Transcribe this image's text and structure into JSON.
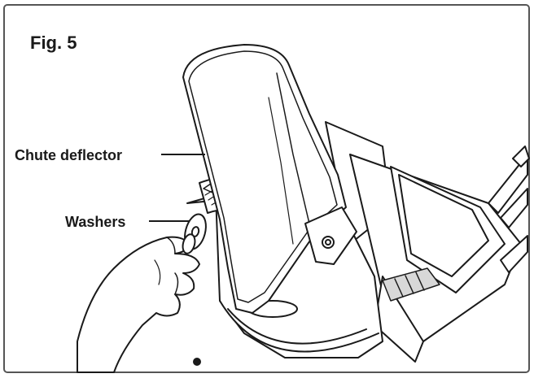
{
  "figure": {
    "title": "Fig. 5",
    "labels": {
      "chute_deflector": "Chute deflector",
      "washers": "Washers"
    }
  },
  "colors": {
    "line": "#1a1a1a",
    "frame": "#555555",
    "background": "#ffffff",
    "shade": "#d8d8d8"
  }
}
